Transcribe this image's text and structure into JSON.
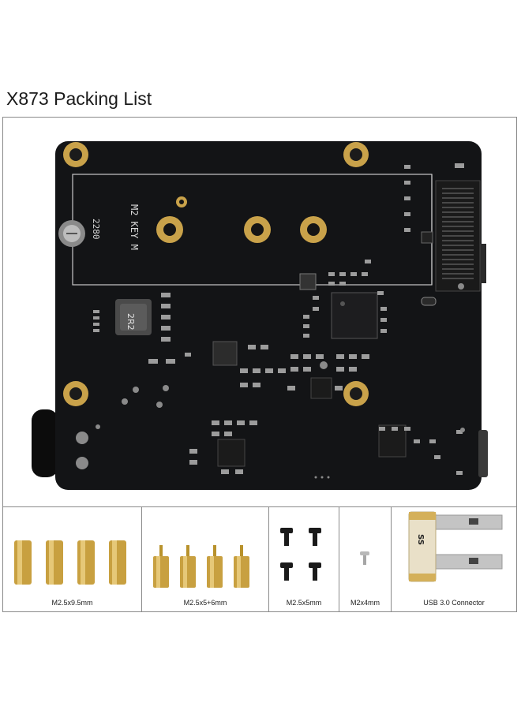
{
  "title": "X873 Packing List",
  "board": {
    "slot_text": "M2 KEY M",
    "size_text": "2280",
    "inductor_text": "2R2"
  },
  "accessories": [
    {
      "label": "M2.5x9.5mm",
      "icon": "brass-hex-standoff"
    },
    {
      "label": "M2.5x5+6mm",
      "icon": "brass-male-female-standoff"
    },
    {
      "label": "M2.5x5mm",
      "icon": "black-screw"
    },
    {
      "label": "M2x4mm",
      "icon": "silver-screw"
    },
    {
      "label": "USB 3.0 Connector",
      "icon": "usb-bridge-connector"
    }
  ],
  "colors": {
    "pcb": "#111214",
    "gold": "#c9a24a",
    "brass": "#c8a040",
    "border": "#8a8a8a"
  }
}
